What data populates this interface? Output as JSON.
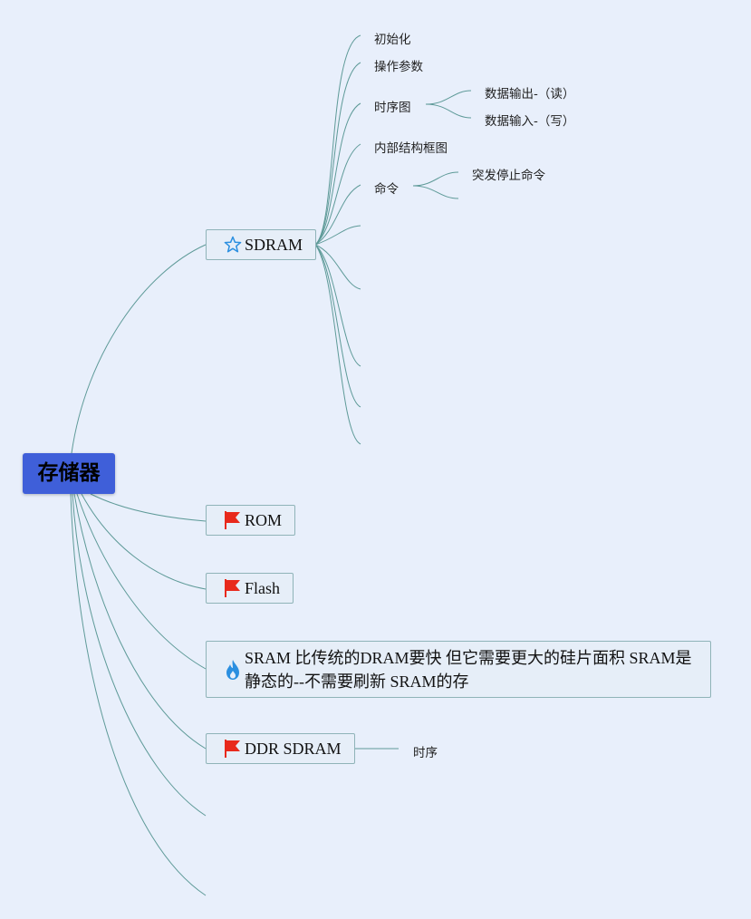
{
  "root": {
    "label": "存储器"
  },
  "branches": [
    {
      "label": "SDRAM",
      "icon": "star-icon",
      "children": [
        "初始化",
        "操作参数",
        "时序图",
        "内部结构框图",
        "命令"
      ],
      "sub": {
        "时序图": [
          "数据输出-（读）",
          "数据输入-（写）"
        ],
        "命令": [
          "突发停止命令"
        ]
      }
    },
    {
      "label": "ROM",
      "icon": "red-flag-icon"
    },
    {
      "label": "Flash",
      "icon": "red-flag-icon"
    },
    {
      "label": "SRAM 比传统的DRAM要快 但它需要更大的硅片面积 SRAM是静态的--不需要刷新 SRAM的存",
      "icon": "flame-icon"
    },
    {
      "label": "DDR SDRAM",
      "icon": "red-flag-icon",
      "children": [
        "时序"
      ]
    }
  ],
  "colors": {
    "line": "#5e9a98",
    "root": "#3f5fd9",
    "flag": "#e8291c",
    "flame": "#2b8fe0",
    "star": "#2b8fe0"
  }
}
